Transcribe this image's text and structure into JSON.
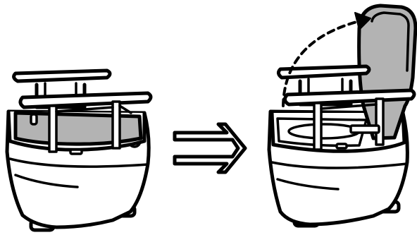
{
  "diagram": {
    "panels": [
      {
        "state": "seat-closed",
        "lid_position": "lowered"
      },
      {
        "state": "seat-open",
        "lid_position": "raised"
      }
    ],
    "transition": {
      "icon": "double-arrow-right-icon"
    },
    "motion": {
      "icon": "dashed-curved-arrow-icon"
    },
    "colors": {
      "stroke": "#000000",
      "fill": "#ffffff",
      "lid_fill": "#b3b3b3"
    }
  }
}
